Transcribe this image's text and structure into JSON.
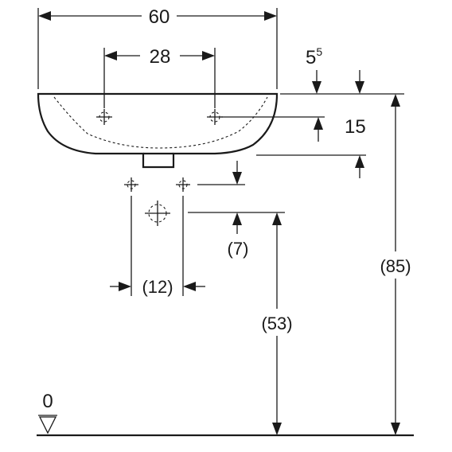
{
  "dimensions": {
    "width_total": "60",
    "tap_spacing": "28",
    "rim_base": "5",
    "rim_sup": "5",
    "bowl_height": "15",
    "outlet_height": "(7)",
    "supply_spacing": "(12)",
    "drain_height": "(53)",
    "rim_height": "(85)",
    "floor_level": "0"
  },
  "icons": {
    "floor_marker": "floor-level-triangle-icon",
    "tap_hole": "crosshair-icon",
    "drain": "dashed-circle-crosshair-icon"
  }
}
